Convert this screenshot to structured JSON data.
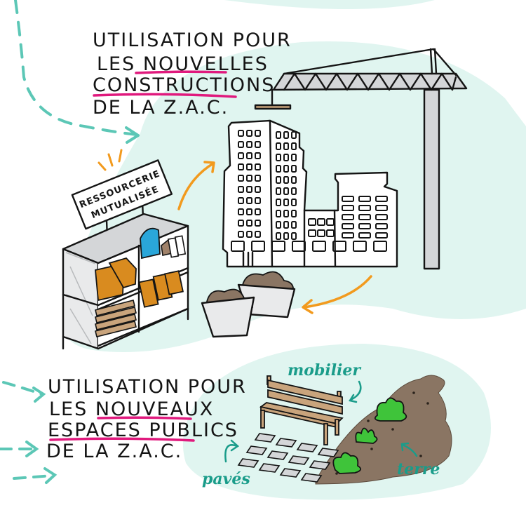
{
  "top_section": {
    "title_line1": "UTILISATION POUR",
    "title_line2_prefix": "LES ",
    "title_line2_highlight": "NOUVELLES",
    "title_line3": "CONSTRUCTIONS",
    "title_line4": "DE LA Z.A.C."
  },
  "sign": {
    "line1": "RESSOURCERIE",
    "line2": "MUTUALISÉE"
  },
  "bottom_section": {
    "title_line1": "UTILISATION POUR",
    "title_line2_prefix": "LES ",
    "title_line2_highlight": "NOUVEAUX",
    "title_line3": "ESPACES PUBLICS",
    "title_line4": "DE LA Z.A.C."
  },
  "labels": {
    "furniture": "mobilier",
    "paving": "pavés",
    "soil": "terre"
  },
  "colors": {
    "background": "#ffffff",
    "blob": "#e0f5f0",
    "teal_arrow": "#5cc7b6",
    "teal_label": "#1a9c8a",
    "underline": "#e0197d",
    "orange_arrow": "#f29a1e",
    "crane_grey": "#d4d6d8",
    "wood": "#c9a47c",
    "soil": "#8a7563",
    "plant": "#3fc43a",
    "cardboard": "#d98b1f",
    "blue_bag": "#2aa6d9"
  },
  "icons": [
    "crane-icon",
    "building-icon",
    "shelf-icon",
    "bin-icon",
    "bench-icon",
    "paving-icon",
    "plant-icon"
  ]
}
